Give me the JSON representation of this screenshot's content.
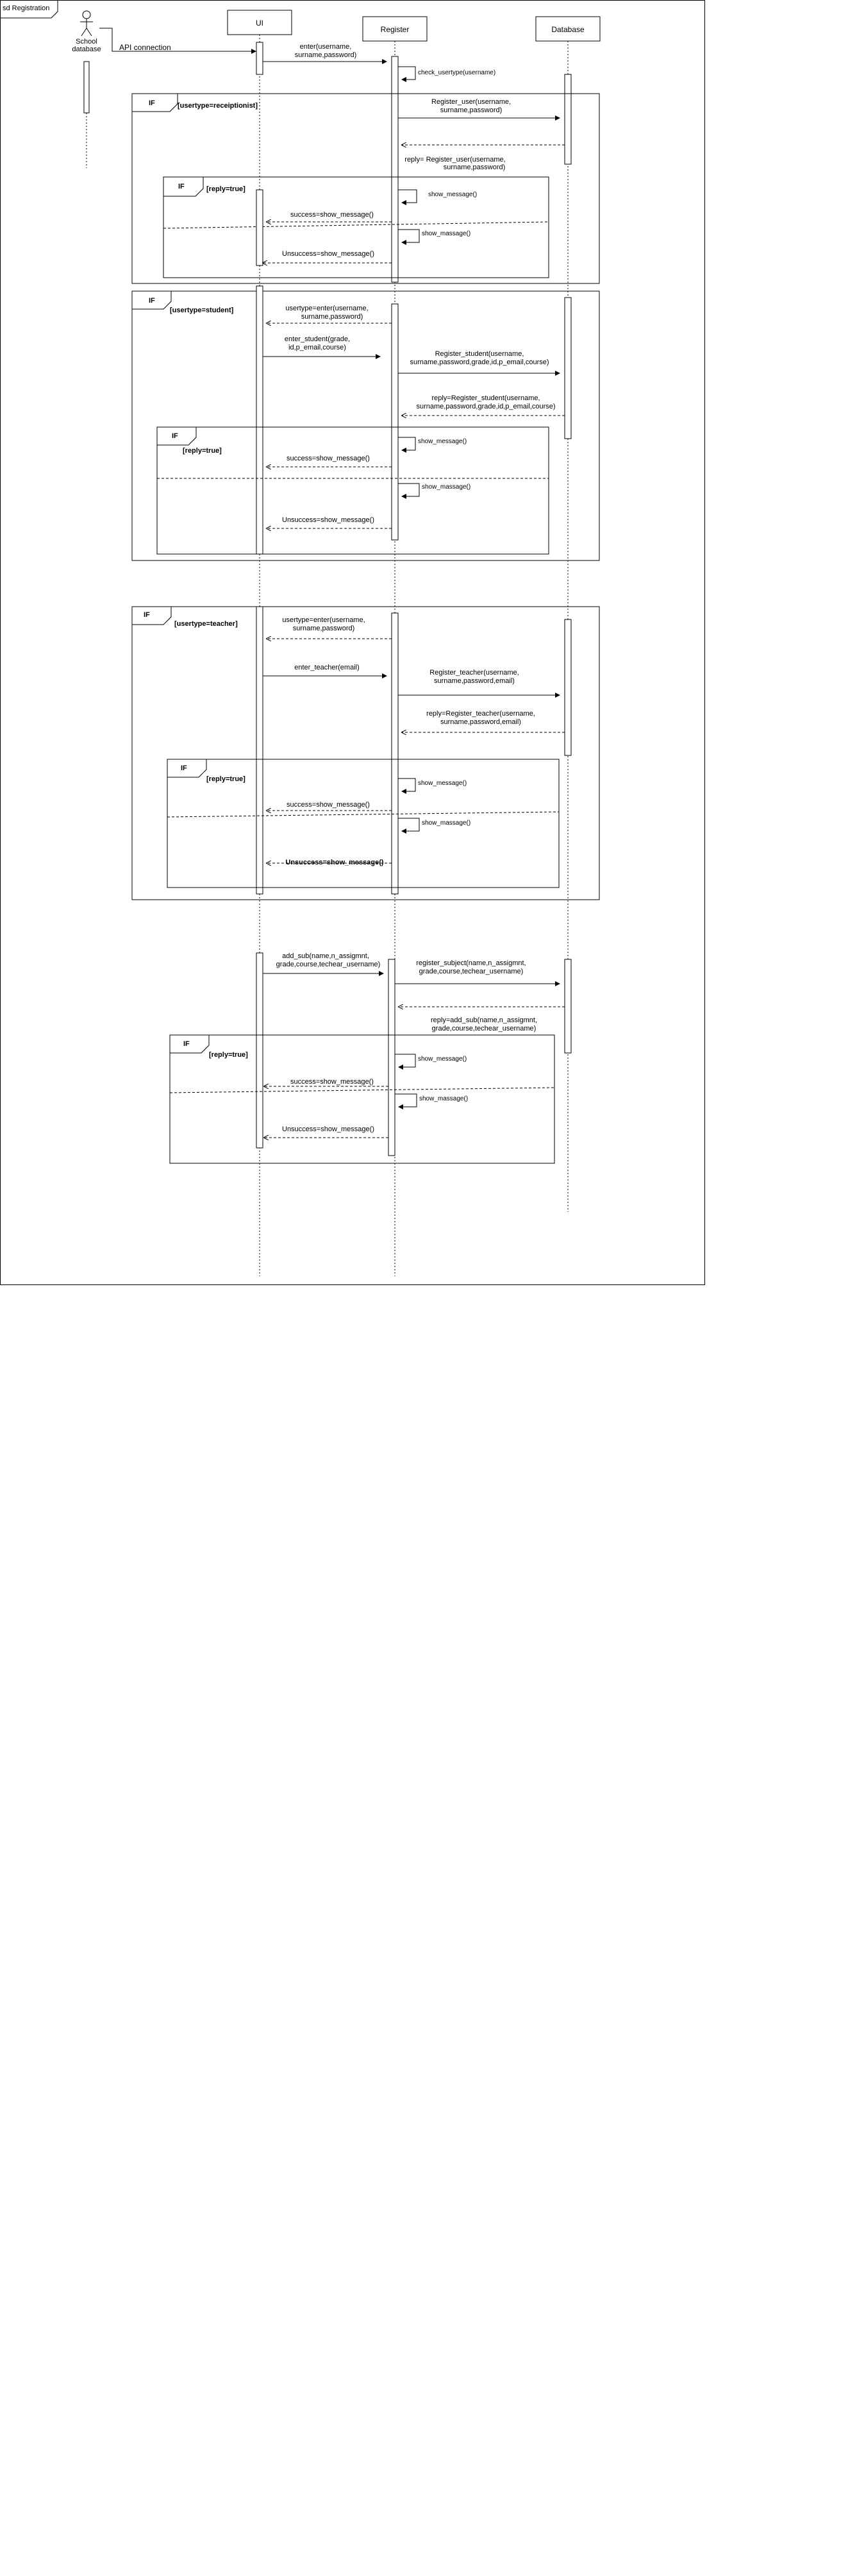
{
  "frame_title": "sd Registration",
  "actor": {
    "label_lines": [
      "School",
      "database"
    ]
  },
  "connection_label": "API connection",
  "lifelines": {
    "ui": "UI",
    "register": "Register",
    "database": "Database"
  },
  "section1": {
    "msg_enter_user": [
      "enter(username,",
      "surname,password)"
    ],
    "msg_check_usertype": "check_usertype(username)",
    "fragment_label": "IF",
    "fragment_guard": "[usertype=receiptionist]",
    "msg_register_user": [
      "Register_user(username,",
      "surname,password)"
    ],
    "msg_reply": [
      "reply=  Register_user(username,",
      "surname,password)"
    ],
    "inner_label": "IF",
    "inner_guard": "[reply=true]",
    "msg_show1": "show_message()",
    "msg_success": "success=show_message()",
    "msg_show2": "show_massage()",
    "msg_unsuccess": "Unsuccess=show_message()"
  },
  "section2": {
    "fragment_label": "IF",
    "fragment_guard": "[usertype=student]",
    "msg_usertype_enter": [
      "usertype=enter(username,",
      "surname,password)"
    ],
    "msg_enter_student": [
      "enter_student(grade,",
      "id,p_email,course)"
    ],
    "msg_register_student": [
      "Register_student(username,",
      "surname,password,grade,id,p_email,course)"
    ],
    "msg_reply_student": [
      "reply=Register_student(username,",
      "surname,password,grade,id,p_email,course)"
    ],
    "inner_label": "IF",
    "inner_guard": "[reply=true]",
    "msg_show1": "show_message()",
    "msg_success": "success=show_message()",
    "msg_show2": "show_massage()",
    "msg_unsuccess": "Unsuccess=show_message()"
  },
  "section3": {
    "fragment_label": "IF",
    "fragment_guard": "[usertype=teacher]",
    "msg_usertype_enter": [
      "usertype=enter(username,",
      "surname,password)"
    ],
    "msg_enter_teacher": "enter_teacher(email)",
    "msg_register_teacher": [
      "Register_teacher(username,",
      "surname,password,email)"
    ],
    "msg_reply_teacher": [
      "reply=Register_teacher(username,",
      "surname,password,email)"
    ],
    "inner_label": "IF",
    "inner_guard": "[reply=true]",
    "msg_show1": "show_message()",
    "msg_success": "success=show_message()",
    "msg_show2": "show_massage()",
    "msg_unsuccess": "Unsuccess=show_message()"
  },
  "section4": {
    "msg_add_sub": [
      "add_sub(name,n_assigmnt,",
      "grade,course,techear_username)"
    ],
    "msg_register_subject": [
      "register_subject(name,n_assigmnt,",
      "grade,course,techear_username)"
    ],
    "msg_reply_add_sub": [
      "reply=add_sub(name,n_assigmnt,",
      "grade,course,techear_username)"
    ],
    "inner_label": "IF",
    "inner_guard": "[reply=true]",
    "msg_show1": "show_message()",
    "msg_success": "success=show_message()",
    "msg_show2": "show_massage()",
    "msg_unsuccess": "Unsuccess=show_message()"
  }
}
